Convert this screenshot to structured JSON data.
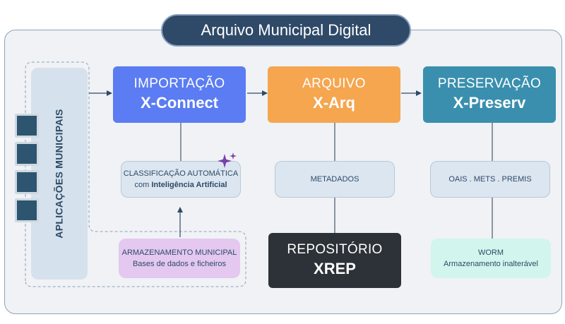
{
  "title": "Arquivo Municipal Digital",
  "apps_label": "APLICAÇÕES MUNICIPAIS",
  "modules": {
    "importacao": {
      "category": "IMPORTAÇÃO",
      "name": "X-Connect",
      "color": "#5b7cf2"
    },
    "arquivo": {
      "category": "ARQUIVO",
      "name": "X-Arq",
      "color": "#f5a64f"
    },
    "preservacao": {
      "category": "PRESERVAÇÃO",
      "name": "X-Preserv",
      "color": "#3a8fae"
    },
    "repositorio": {
      "category": "REPOSITÓRIO",
      "name": "XREP",
      "color": "#2c3238"
    }
  },
  "classificacao": {
    "line1": "CLASSIFICAÇÃO AUTOMÁTICA",
    "line2_prefix": "com",
    "line2_bold": "Inteligência Artificial"
  },
  "armazenamento": {
    "line1": "ARMAZENAMENTO MUNICIPAL",
    "line2": "Bases de dados e ficheiros",
    "color": "#e4c8f0"
  },
  "metadados": {
    "label": "METADADOS"
  },
  "standards": {
    "label": "OAIS . METS . PREMIS"
  },
  "worm": {
    "line1": "WORM",
    "line2": "Armazenamento inalterável",
    "color": "#d2f5ee"
  },
  "icons": {
    "sparkle": "sparkle-icon",
    "screens": "monitor-icon"
  },
  "colors": {
    "title_bg": "#2f4a68",
    "sub_box": "#dce6f0",
    "connector": "#4a5a6a",
    "sparkle": "#7b3fa8"
  }
}
